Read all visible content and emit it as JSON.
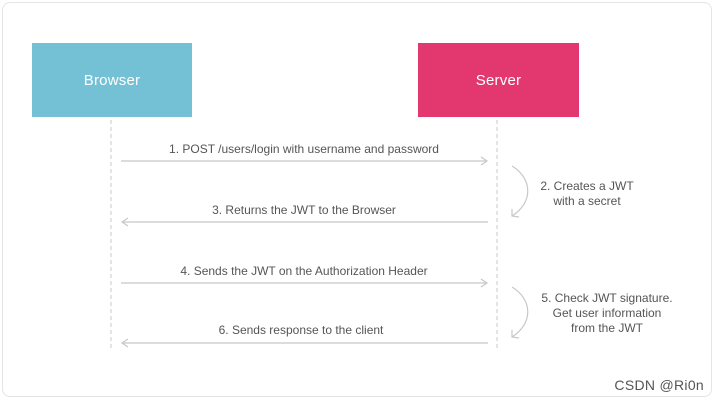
{
  "actors": {
    "browser": "Browser",
    "server": "Server"
  },
  "steps": [
    {
      "text": "1. POST /users/login with username and password",
      "direction": "to-server"
    },
    {
      "text": "3. Returns the JWT to the Browser",
      "direction": "to-browser"
    },
    {
      "text": "4. Sends the JWT on the Authorization Header",
      "direction": "to-server"
    },
    {
      "text": "6. Sends response to the client",
      "direction": "to-browser"
    }
  ],
  "server_notes": [
    {
      "lines": [
        "2. Creates a JWT",
        "with a secret"
      ]
    },
    {
      "lines": [
        "5. Check JWT signature.",
        "Get user information",
        "from the JWT"
      ]
    }
  ],
  "watermark": "CSDN @Ri0n",
  "colors": {
    "browser": "#74c1d6",
    "server": "#e2386f",
    "arrow": "#c8c8c8"
  }
}
